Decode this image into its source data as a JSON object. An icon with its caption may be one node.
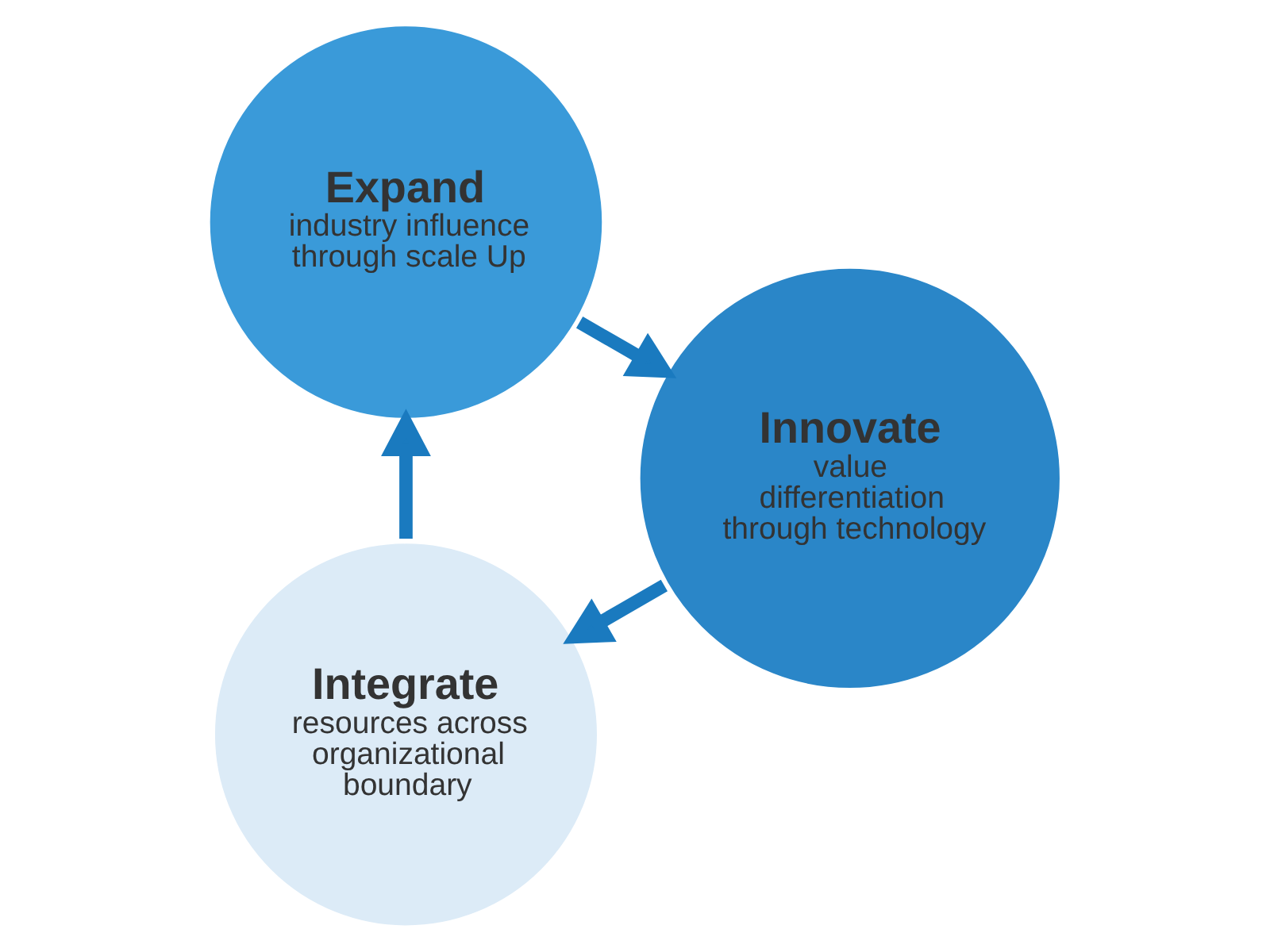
{
  "diagram": {
    "nodes": [
      {
        "text": [
          "Integrate",
          "resources across organizational boundary"
        ]
      },
      {
        "text": [
          "Expand",
          "industry influence through scale Up"
        ]
      },
      {
        "text": [
          "Innovate",
          "value differentiation through technology"
        ]
      }
    ],
    "edges": [
      {
        "from": 0,
        "to": 1,
        "arrow": "to"
      },
      {
        "from": 1,
        "to": 2,
        "arrow": "to"
      },
      {
        "from": 2,
        "to": 0,
        "arrow": "to"
      }
    ]
  }
}
